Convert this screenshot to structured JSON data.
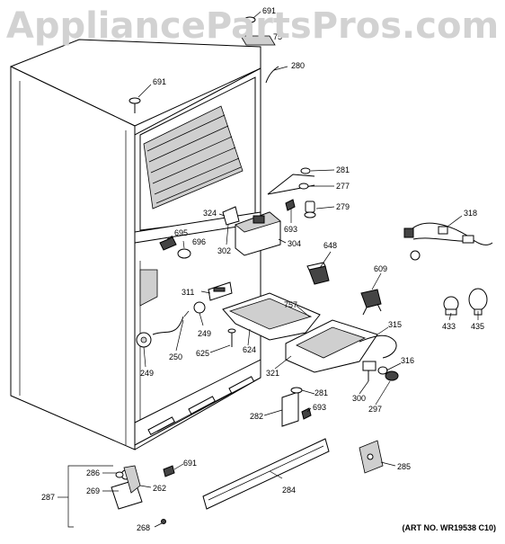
{
  "watermark": "AppliancePartsPros.com",
  "art_number": "(ART NO. WR19538 C10)",
  "labels": {
    "p691_top": "691",
    "p75": "75",
    "p280": "280",
    "p691_left": "691",
    "p281_top": "281",
    "p277": "277",
    "p279": "279",
    "p693_top": "693",
    "p318": "318",
    "p324": "324",
    "p695": "695",
    "p696": "696",
    "p302": "302",
    "p304": "304",
    "p648": "648",
    "p609": "609",
    "p311": "311",
    "p757": "757",
    "p433": "433",
    "p435": "435",
    "p315": "315",
    "p249_a": "249",
    "p250": "250",
    "p249_b": "249",
    "p625": "625",
    "p624": "624",
    "p321": "321",
    "p316": "316",
    "p300": "300",
    "p297": "297",
    "p281_bot": "281",
    "p693_bot": "693",
    "p282": "282",
    "p691_bot": "691",
    "p286": "286",
    "p269": "269",
    "p262": "262",
    "p287": "287",
    "p268": "268",
    "p284": "284",
    "p285": "285"
  }
}
